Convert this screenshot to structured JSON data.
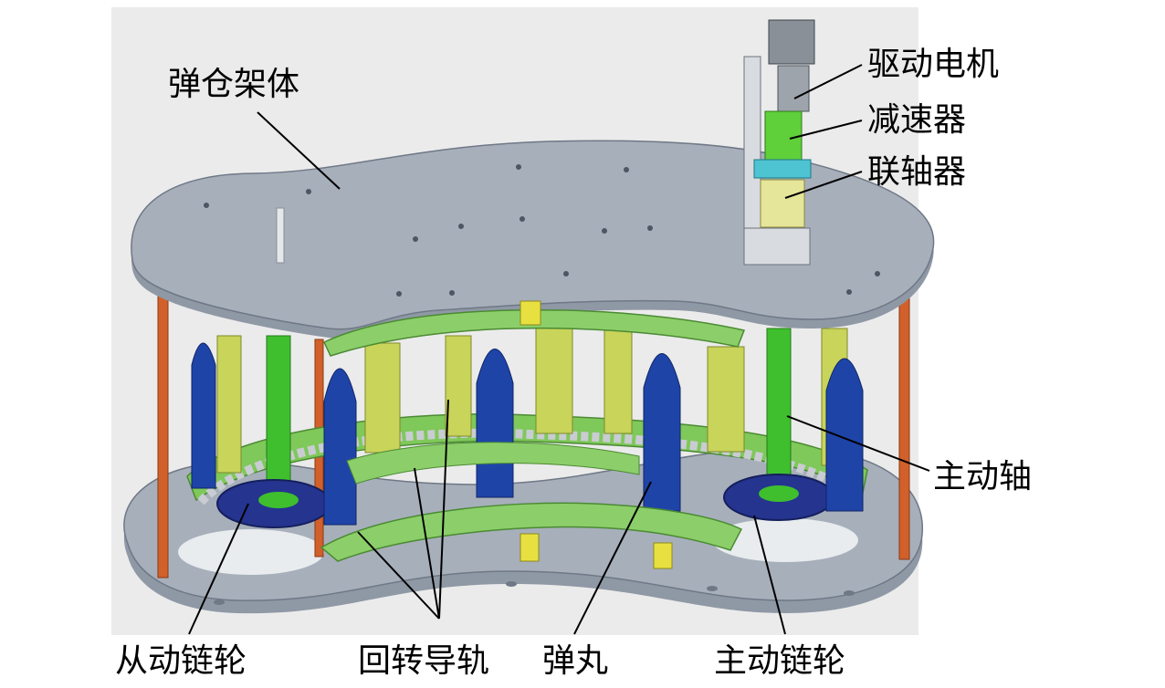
{
  "labels": {
    "magazine_frame": "弹仓架体",
    "drive_motor": "驱动电机",
    "reducer": "减速器",
    "coupling": "联轴器",
    "driving_shaft": "主动轴",
    "driven_sprocket": "从动链轮",
    "rotary_guide_rail": "回转导轨",
    "projectile": "弹丸",
    "driving_sprocket": "主动链轮"
  },
  "colors": {
    "background_panel": "#ebebeb",
    "plate": "#a7afbb",
    "plate_edge": "#7e8794",
    "projectile": "#1f44a8",
    "shaft_green": "#3fbf2e",
    "rail_green": "#8ccf6a",
    "guide_yellow": "#c8d45a",
    "post_orange": "#d2602a",
    "reducer": "#5fcf3a",
    "coupling": "#e6e69a",
    "motor": "#9ea4ac",
    "sprocket": "#25348f"
  }
}
